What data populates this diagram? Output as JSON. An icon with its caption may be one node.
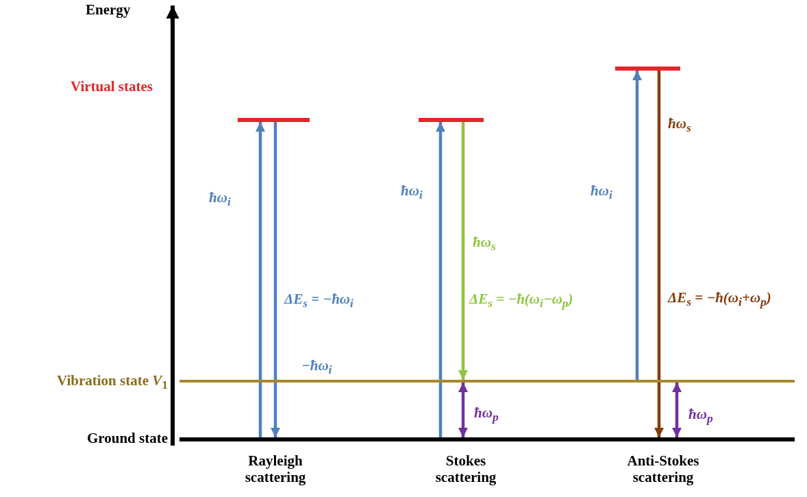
{
  "diagram": {
    "nodes": [
      {
        "text": [],
        "shape": "bar"
      },
      {
        "text": [],
        "shape": "bar"
      },
      {
        "text": [],
        "shape": "bar"
      },
      {
        "text": [],
        "shape": "bar",
        "beside": [
          "Vibration state *V*$_{1}$"
        ]
      },
      {
        "text": [],
        "shape": "bar",
        "beside": [
          "Ground state"
        ]
      }
    ],
    "edges": [
      {
        "from": 4,
        "to": 0,
        "arrow": "to",
        "label": "ħω$_{i}$",
        "color": "#4f81bd"
      },
      {
        "from": 0,
        "to": 4,
        "arrow": "to",
        "label": "ΔE$_{s}$ = −ħω$_{i}$",
        "color": "#4f81bd"
      },
      {
        "from": 4,
        "to": 1,
        "arrow": "to",
        "label": "ħω$_{i}$",
        "color": "#4f81bd"
      },
      {
        "from": 1,
        "to": 3,
        "arrow": "to",
        "label": "ħω$_{s}$",
        "color": "#8dc63f"
      },
      {
        "from": 4,
        "to": 3,
        "arrow": "both",
        "label": "ħω$_{p}$",
        "color": "#7030a0"
      },
      {
        "from": 3,
        "to": 2,
        "arrow": "to",
        "label": "ħω$_{i}$",
        "color": "#4f81bd"
      },
      {
        "from": 2,
        "to": 4,
        "arrow": "to",
        "label": "ħω$_{s}$",
        "color": "#843c0c"
      },
      {
        "from": 4,
        "to": 3,
        "arrow": "both",
        "label": "ħω$_{p}$",
        "color": "#7030a0"
      }
    ],
    "labels": [
      "Energy",
      "Virtual states",
      "−ħω$_{i}$",
      "ΔE$_{s}$ = −ħ(ω$_{i}$−ω$_{p}$)",
      "ΔE$_{s}$ = −ħ(ω$_{i}$+ω$_{p}$)",
      "Rayleigh scattering",
      "Stokes scattering",
      "Anti-Stokes scattering"
    ]
  }
}
